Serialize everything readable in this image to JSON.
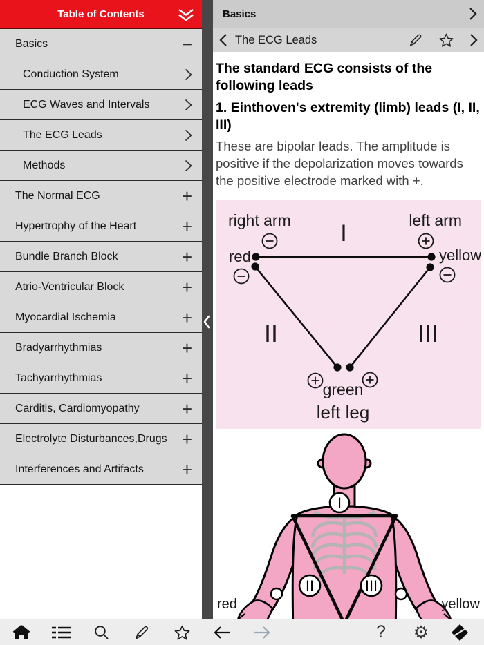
{
  "sidebar": {
    "title": "Table of Contents",
    "items": [
      {
        "label": "Basics",
        "level": 0,
        "trail": "minus"
      },
      {
        "label": "Conduction System",
        "level": 1,
        "trail": "chevron"
      },
      {
        "label": "ECG Waves and Intervals",
        "level": 1,
        "trail": "chevron"
      },
      {
        "label": "The ECG Leads",
        "level": 1,
        "trail": "chevron"
      },
      {
        "label": "Methods",
        "level": 1,
        "trail": "chevron"
      },
      {
        "label": "The Normal ECG",
        "level": 0,
        "trail": "plus"
      },
      {
        "label": "Hypertrophy of the Heart",
        "level": 0,
        "trail": "plus"
      },
      {
        "label": "Bundle Branch Block",
        "level": 0,
        "trail": "plus"
      },
      {
        "label": "Atrio-Ventricular Block",
        "level": 0,
        "trail": "plus"
      },
      {
        "label": "Myocardial Ischemia",
        "level": 0,
        "trail": "plus"
      },
      {
        "label": "Bradyarrhythmias",
        "level": 0,
        "trail": "plus"
      },
      {
        "label": "Tachyarrhythmias",
        "level": 0,
        "trail": "plus"
      },
      {
        "label": "Carditis, Cardiomyopathy",
        "level": 0,
        "trail": "plus"
      },
      {
        "label": "Electrolyte Disturbances,Drugs",
        "level": 0,
        "trail": "plus"
      },
      {
        "label": "Interferences and Artifacts",
        "level": 0,
        "trail": "plus"
      }
    ]
  },
  "content": {
    "section_title": "Basics",
    "page_title": "The ECG Leads",
    "heading1": "The standard ECG consists of the following leads",
    "heading2": "1. Einthoven's extremity (limb) leads (I, II, III)",
    "paragraph": "These are bipolar leads. The amplitude is positive if the depolarization moves towards the positive electrode marked with +.",
    "einthoven_figure": {
      "right_arm": "right arm",
      "left_arm": "left arm",
      "lead_i": "I",
      "lead_ii": "II",
      "lead_iii": "III",
      "red": "red",
      "yellow": "yellow",
      "green": "green",
      "left_leg": "left leg"
    },
    "torso_figure": {
      "lead_i": "I",
      "lead_ii": "II",
      "lead_iii": "III",
      "red": "red",
      "yellow": "yellow"
    }
  },
  "toolbar": {
    "help_glyph": "?",
    "gear_glyph": "⚙"
  },
  "colors": {
    "accent_red": "#e8131b",
    "sidebar_row": "#d9d9d9",
    "panel_pink": "#f8e2ee",
    "body_pink": "#f4a6c5",
    "divider_strip": "#47474a",
    "toolbar_bg": "#ededed"
  }
}
